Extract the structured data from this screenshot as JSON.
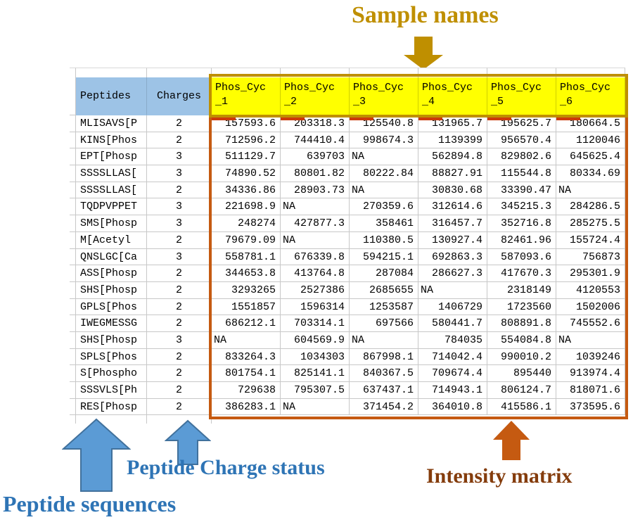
{
  "annotations": {
    "sample_names": "Sample names",
    "peptide_sequences": "Peptide sequences",
    "peptide_charge_status": "Peptide Charge status",
    "intensity_matrix": "Intensity matrix"
  },
  "table": {
    "peptides_header": "Peptides",
    "charges_header": "Charges",
    "sample_headers": [
      "Phos_Cyc_1",
      "Phos_Cyc_2",
      "Phos_Cyc_3",
      "Phos_Cyc_4",
      "Phos_Cyc_5",
      "Phos_Cyc_6"
    ],
    "rows": [
      {
        "peptide": "MLISAVS[P",
        "charge": "2",
        "values": [
          "157593.6",
          "203318.3",
          "125540.8",
          "131965.7",
          "195625.7",
          "180664.5"
        ]
      },
      {
        "peptide": "KINS[Phos",
        "charge": "2",
        "values": [
          "712596.2",
          "744410.4",
          "998674.3",
          "1139399",
          "956570.4",
          "1120046"
        ]
      },
      {
        "peptide": "EPT[Phosp",
        "charge": "3",
        "values": [
          "511129.7",
          "639703",
          "NA",
          "562894.8",
          "829802.6",
          "645625.4"
        ]
      },
      {
        "peptide": "SSSSLLAS[",
        "charge": "3",
        "values": [
          "74890.52",
          "80801.82",
          "80222.84",
          "88827.91",
          "115544.8",
          "80334.69"
        ]
      },
      {
        "peptide": "SSSSLLAS[",
        "charge": "2",
        "values": [
          "34336.86",
          "28903.73",
          "NA",
          "30830.68",
          "33390.47",
          "NA"
        ]
      },
      {
        "peptide": "TQDPVPPET",
        "charge": "3",
        "values": [
          "221698.9",
          "NA",
          "270359.6",
          "312614.6",
          "345215.3",
          "284286.5"
        ]
      },
      {
        "peptide": "SMS[Phosp",
        "charge": "3",
        "values": [
          "248274",
          "427877.3",
          "358461",
          "316457.7",
          "352716.8",
          "285275.5"
        ]
      },
      {
        "peptide": "M[Acetyl",
        "charge": "2",
        "values": [
          "79679.09",
          "NA",
          "110380.5",
          "130927.4",
          "82461.96",
          "155724.4"
        ]
      },
      {
        "peptide": "QNSLGC[Ca",
        "charge": "3",
        "values": [
          "558781.1",
          "676339.8",
          "594215.1",
          "692863.3",
          "587093.6",
          "756873"
        ]
      },
      {
        "peptide": "ASS[Phosp",
        "charge": "2",
        "values": [
          "344653.8",
          "413764.8",
          "287084",
          "286627.3",
          "417670.3",
          "295301.9"
        ]
      },
      {
        "peptide": "SHS[Phosp",
        "charge": "2",
        "values": [
          "3293265",
          "2527386",
          "2685655",
          "NA",
          "2318149",
          "4120553"
        ]
      },
      {
        "peptide": "GPLS[Phos",
        "charge": "2",
        "values": [
          "1551857",
          "1596314",
          "1253587",
          "1406729",
          "1723560",
          "1502006"
        ]
      },
      {
        "peptide": "IWEGMESSG",
        "charge": "2",
        "values": [
          "686212.1",
          "703314.1",
          "697566",
          "580441.7",
          "808891.8",
          "745552.6"
        ]
      },
      {
        "peptide": "SHS[Phosp",
        "charge": "3",
        "values": [
          "NA",
          "604569.9",
          "NA",
          "784035",
          "554084.8",
          "NA"
        ]
      },
      {
        "peptide": "SPLS[Phos",
        "charge": "2",
        "values": [
          "833264.3",
          "1034303",
          "867998.1",
          "714042.4",
          "990010.2",
          "1039246"
        ]
      },
      {
        "peptide": "S[Phospho",
        "charge": "2",
        "values": [
          "801754.1",
          "825141.1",
          "840367.5",
          "709674.4",
          "895440",
          "913974.4"
        ]
      },
      {
        "peptide": "SSSVLS[Ph",
        "charge": "2",
        "values": [
          "729638",
          "795307.5",
          "637437.1",
          "714943.1",
          "806124.7",
          "818071.6"
        ]
      },
      {
        "peptide": "RES[Phosp",
        "charge": "2",
        "values": [
          "386283.1",
          "NA",
          "371454.2",
          "364010.8",
          "415586.1",
          "373595.6"
        ]
      }
    ]
  },
  "colors": {
    "header_blue": "#9DC3E6",
    "header_yellow": "#FFFF00",
    "header_frame": "#BF8F00",
    "matrix_frame": "#C55A11",
    "gold_annotation": "#BF8F00",
    "blue_annotation": "#2E74B5",
    "blue_arrow_fill": "#5B9BD5",
    "blue_arrow_stroke": "#41719C",
    "orange_arrow_fill": "#C55A11",
    "brown_annotation": "#843C0C"
  }
}
